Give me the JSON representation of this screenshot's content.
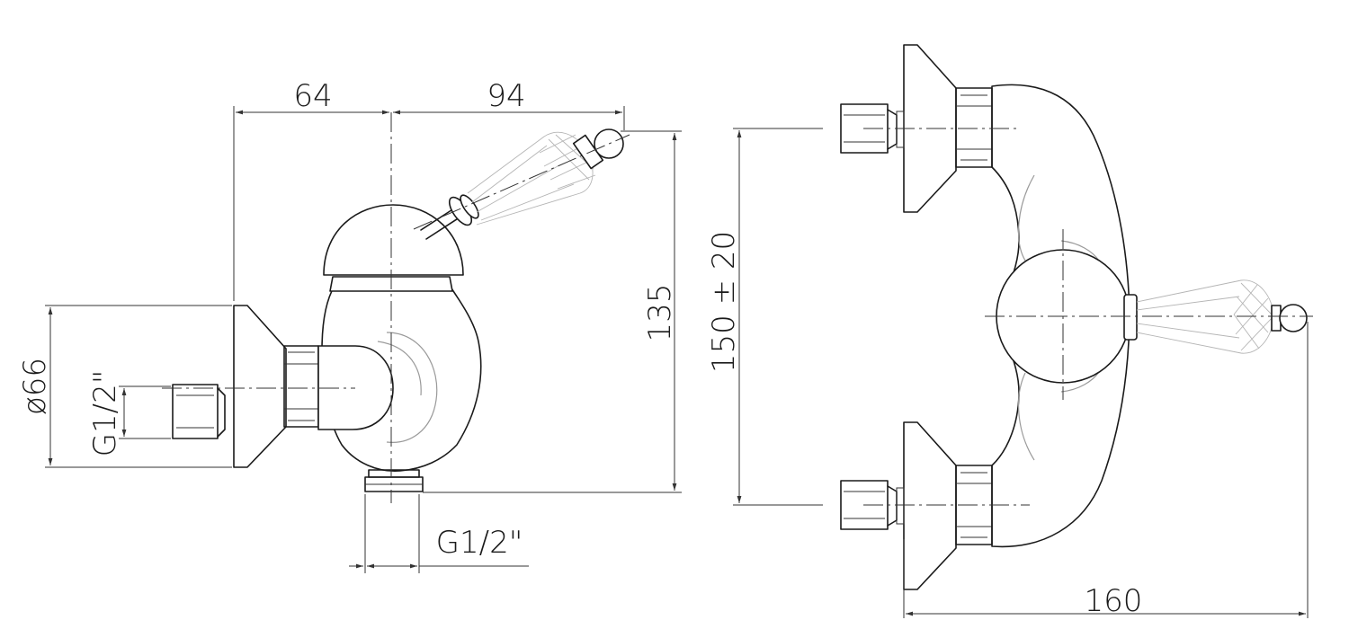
{
  "dimensions": {
    "width_body": "64",
    "width_handle": "94",
    "height_total": "135",
    "diameter_flange": "ø66",
    "thread_inlet": "G1/2\"",
    "thread_outlet": "G1/2\"",
    "inlet_spacing": "150 ± 20",
    "width_front": "160"
  }
}
